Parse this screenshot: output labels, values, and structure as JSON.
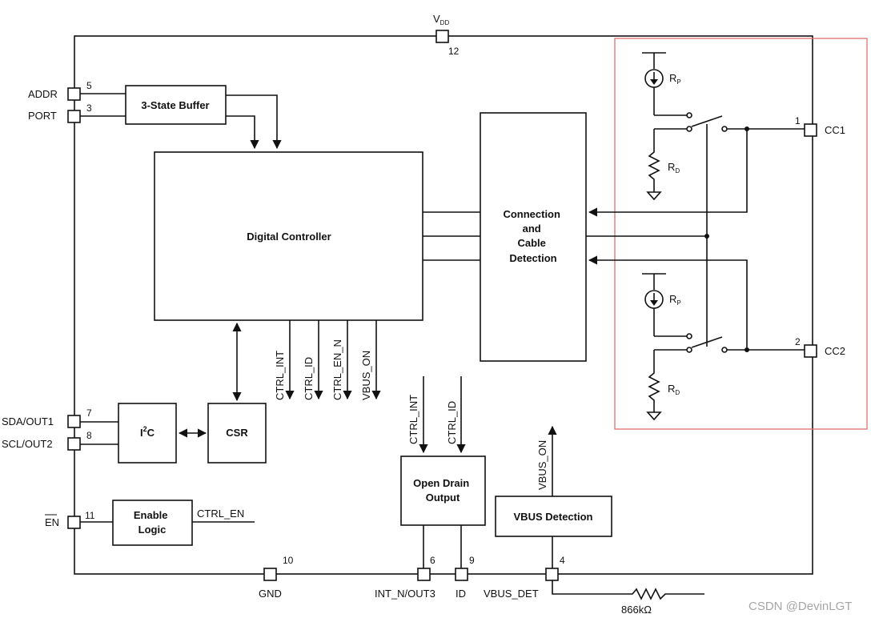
{
  "pins": {
    "vdd": {
      "name": "V",
      "sub": "DD",
      "number": "12"
    },
    "addr": {
      "name": "ADDR",
      "number": "5"
    },
    "port": {
      "name": "PORT",
      "number": "3"
    },
    "sda": {
      "name": "SDA/OUT1",
      "number": "7"
    },
    "scl": {
      "name": "SCL/OUT2",
      "number": "8"
    },
    "en": {
      "name": "EN",
      "number": "11"
    },
    "gnd": {
      "name": "GND",
      "number": "10"
    },
    "int_n": {
      "name": "INT_N/OUT3",
      "number": "6"
    },
    "id": {
      "name": "ID",
      "number": "9"
    },
    "vbus_det": {
      "name": "VBUS_DET",
      "number": "4"
    },
    "cc1": {
      "name": "CC1",
      "number": "1"
    },
    "cc2": {
      "name": "CC2",
      "number": "2"
    }
  },
  "blocks": {
    "buffer": "3-State Buffer",
    "digital_controller": "Digital Controller",
    "connection_lines": [
      "Connection",
      "and",
      "Cable",
      "Detection"
    ],
    "i2c_main": "I",
    "i2c_sup": "2",
    "i2c_end": "C",
    "csr": "CSR",
    "enable_lines": [
      "Enable",
      "Logic"
    ],
    "open_drain_lines": [
      "Open Drain",
      "Output"
    ],
    "vbus_detection": "VBUS Detection"
  },
  "signals": {
    "ctrl_int": "CTRL_INT",
    "ctrl_id": "CTRL_ID",
    "ctrl_en_n": "CTRL_EN_N",
    "vbus_on": "VBUS_ON",
    "ctrl_int_2": "CTRL_INT",
    "ctrl_id_2": "CTRL_ID",
    "vbus_on_2": "VBUS_ON",
    "ctrl_en": "CTRL_EN"
  },
  "components": {
    "rp": "R",
    "rp_sub": "P",
    "rd": "R",
    "rd_sub": "D",
    "rp2": "R",
    "rp2_sub": "P",
    "rd2": "R",
    "rd2_sub": "D",
    "resistor_value": "866kΩ"
  },
  "watermark": "CSDN @DevinLGT",
  "colors": {
    "highlight": "#e07070",
    "ink": "#111111"
  }
}
